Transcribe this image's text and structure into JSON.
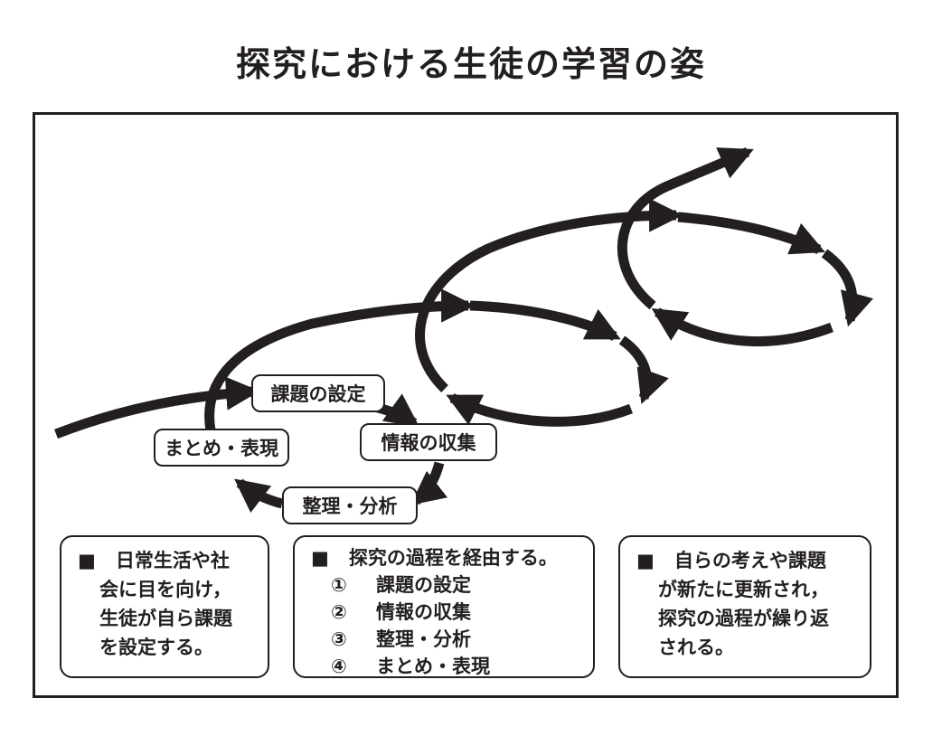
{
  "title": "探究における生徒の学習の姿",
  "cycle_labels": {
    "setting": "課題の設定",
    "collection": "情報の収集",
    "analysis": "整理・分析",
    "expression": "まとめ・表現"
  },
  "notes": [
    {
      "bullet": "■",
      "lines": [
        "日常生活や社",
        "会に目を向け，",
        "生徒が自ら課題",
        "を設定する。"
      ]
    },
    {
      "bullet": "■",
      "lines": [
        "探究の過程を経由する。"
      ],
      "steps": [
        {
          "num": "①",
          "text": "課題の設定"
        },
        {
          "num": "②",
          "text": "情報の収集"
        },
        {
          "num": "③",
          "text": "整理・分析"
        },
        {
          "num": "④",
          "text": "まとめ・表現"
        }
      ]
    },
    {
      "bullet": "■",
      "lines": [
        "自らの考えや課題",
        "が新たに更新され，",
        "探究の過程が繰り返",
        "される。"
      ]
    }
  ],
  "colors": {
    "ink": "#231f20",
    "background": "#ffffff"
  }
}
